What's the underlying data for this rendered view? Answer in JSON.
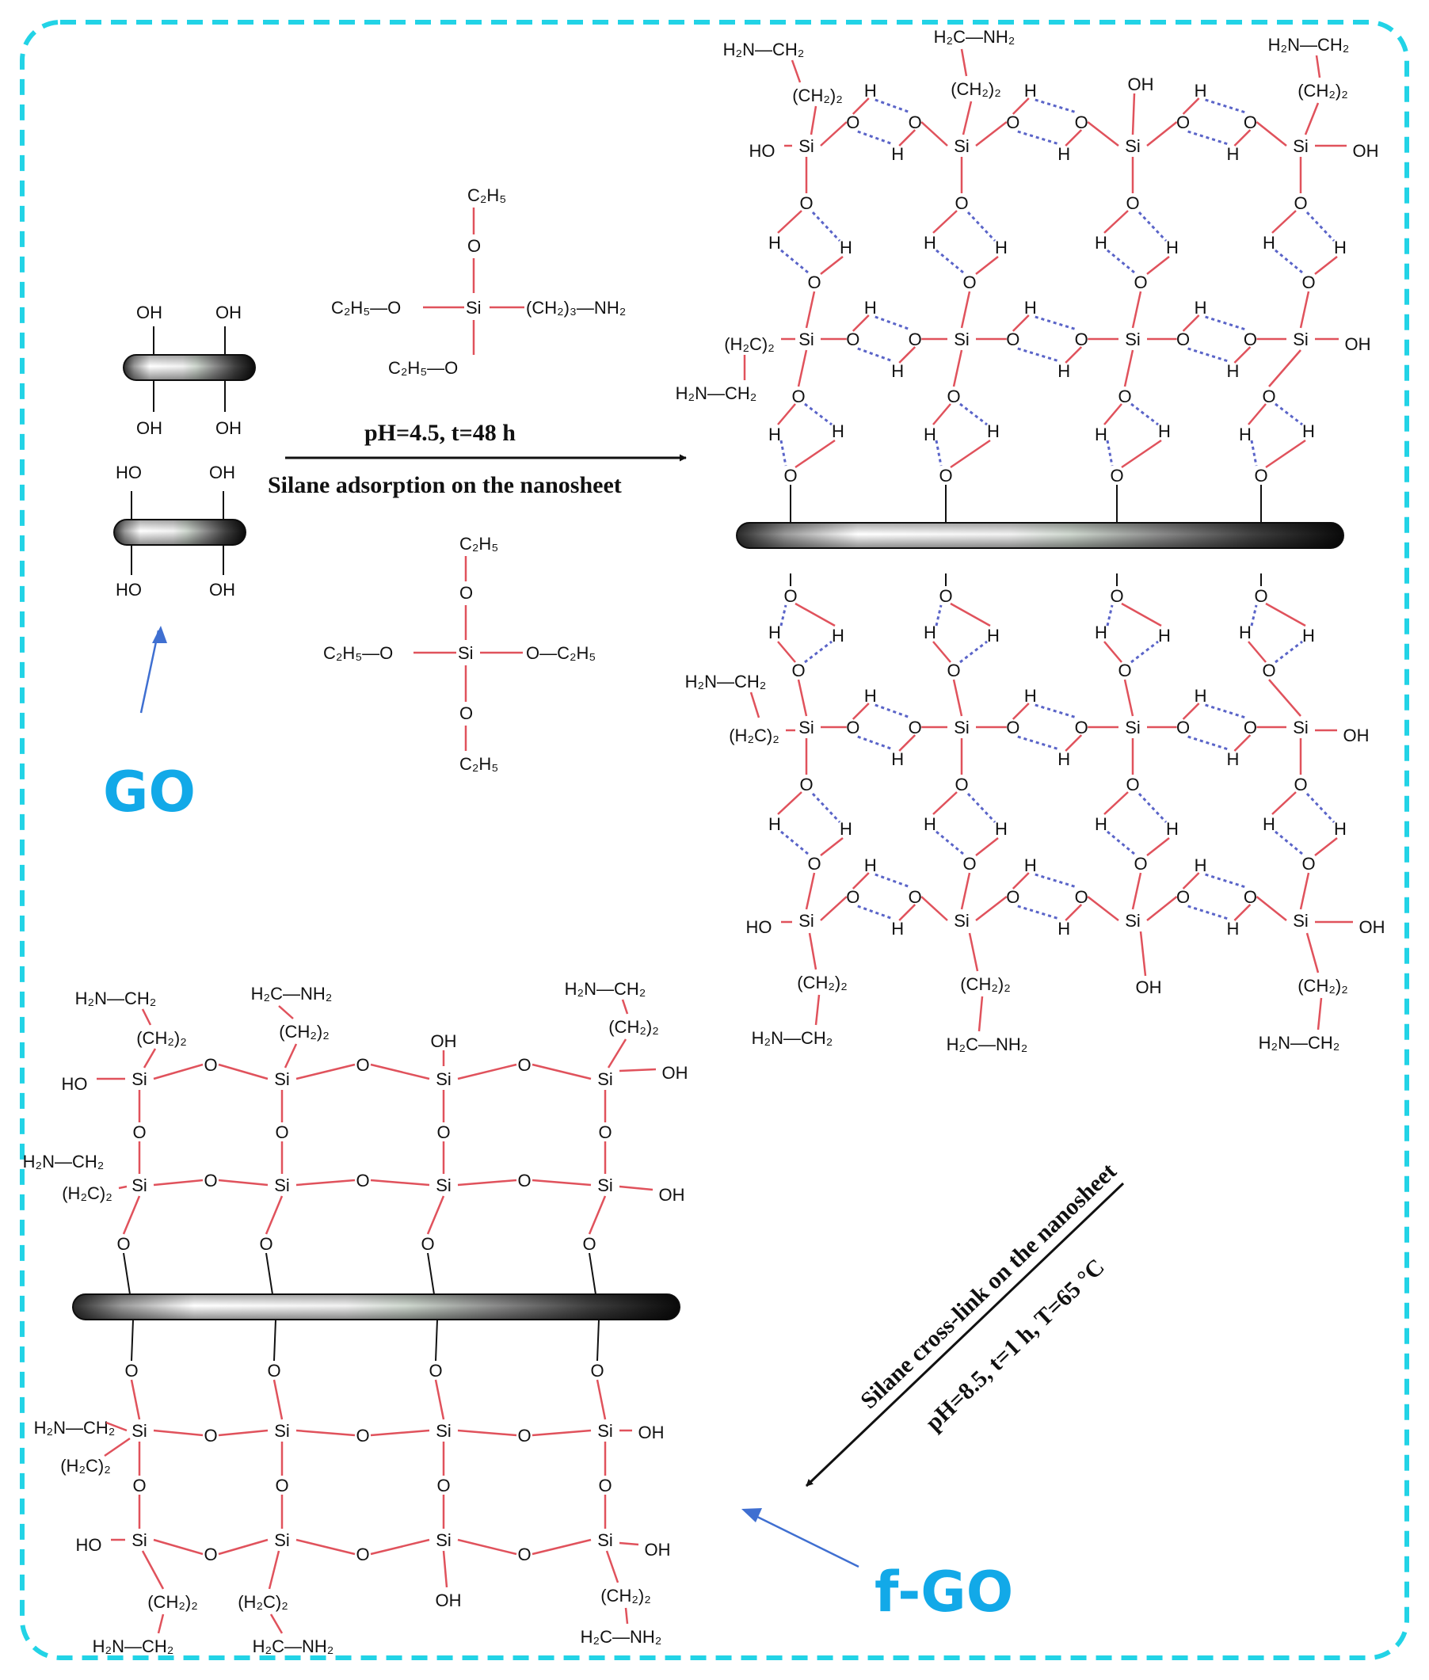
{
  "colors": {
    "frame": "#22d3e6",
    "bond": "#e0525c",
    "hbond": "#5a64c8",
    "label_blue": "#12a9e8",
    "pointer": "#3f6fd1"
  },
  "atoms": {
    "si": "Si",
    "o": "O",
    "h": "H",
    "oh": "OH",
    "ho": "HO",
    "h2n_ch2": "H₂N—CH₂",
    "h2c_nh2": "H₂C—NH₂",
    "ch2_2": "(CH₂)₂",
    "h2c_2": "(H₂C)₂",
    "c2h5": "C₂H₅",
    "c2h5o": "C₂H₅—O",
    "ch2_3_nh2": "(CH₂)₃—NH₂",
    "o_c2h5": "O—C₂H₅"
  },
  "labels": {
    "go": "GO",
    "fgo": "f-GO"
  },
  "step1": {
    "line1": "pH=4.5,  t=48 h",
    "line2": "Silane adsorption on the nanosheet"
  },
  "step2": {
    "line1": "Silane cross-link on the nanosheet",
    "line2": "pH=8.5, t=1 h, T=65 °C"
  }
}
